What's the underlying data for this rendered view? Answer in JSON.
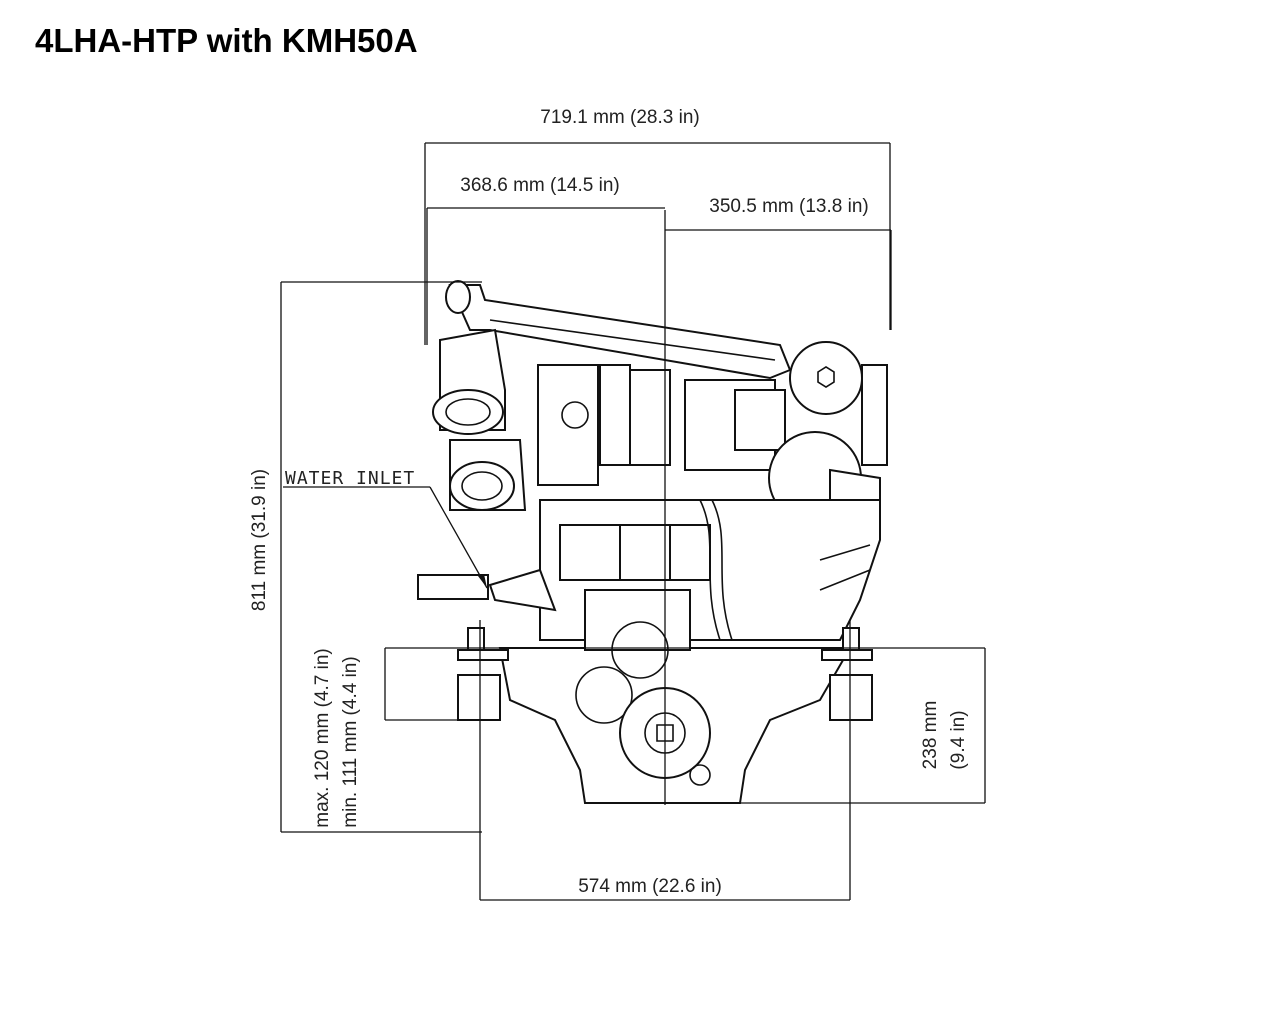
{
  "title": "4LHA-HTP with KMH50A",
  "dimensions": {
    "overall_width": "719.1 mm (28.3 in)",
    "left_width": "368.6 mm (14.5 in)",
    "right_width": "350.5 mm (13.8 in)",
    "overall_height": "811  mm (31.9 in)",
    "mount_max": "max. 120 mm (4.7 in)",
    "mount_min": "min. 111 mm (4.4 in)",
    "below_mount_mm": "238 mm",
    "below_mount_in": "(9.4 in)",
    "mount_spacing": "574 mm (22.6 in)"
  },
  "labels": {
    "water_inlet": "WATER INLET"
  }
}
